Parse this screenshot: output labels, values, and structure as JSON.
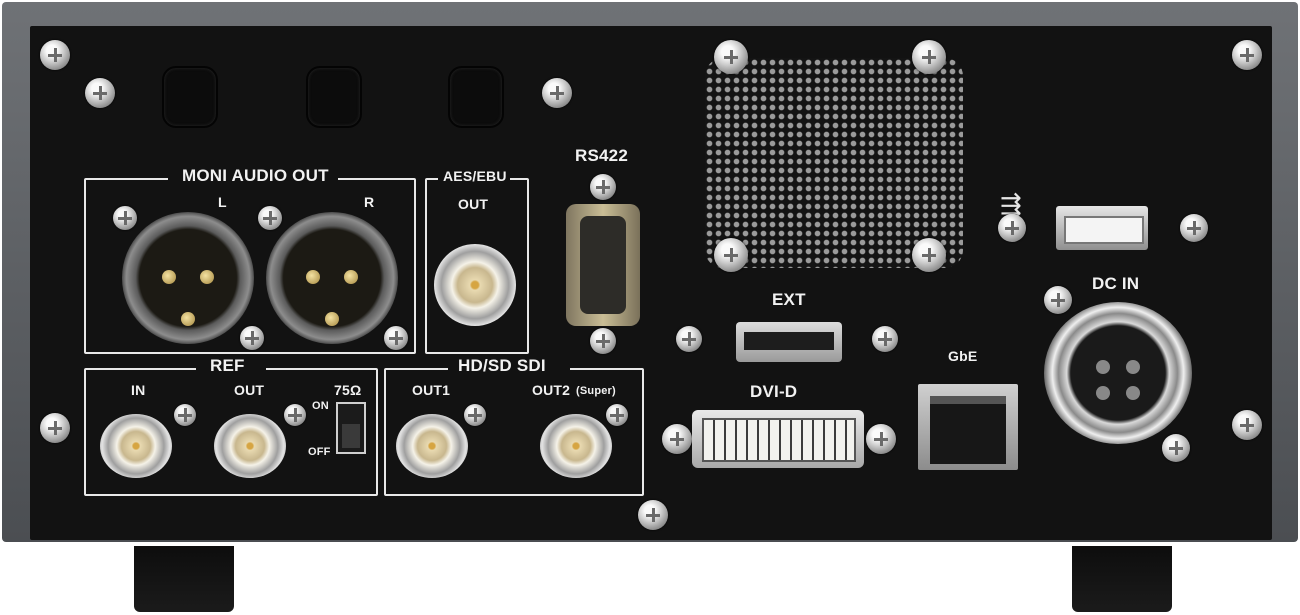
{
  "panel": {
    "moni_audio_out": {
      "title": "MONI AUDIO OUT",
      "left": "L",
      "right": "R"
    },
    "aes_ebu": {
      "title": "AES/EBU",
      "sub": "OUT"
    },
    "rs422": "RS422",
    "ref": {
      "title": "REF",
      "in": "IN",
      "out": "OUT",
      "ohm": "75Ω",
      "on": "ON",
      "off": "OFF"
    },
    "sdi": {
      "title": "HD/SD SDI",
      "out1": "OUT1",
      "out2": "OUT2",
      "out2_note": "(Super)"
    },
    "ext": "EXT",
    "dvi": "DVI-D",
    "gbe": "GbE",
    "dc_in": "DC IN"
  },
  "icons": {
    "usb": "usb-icon"
  },
  "colors": {
    "panel": "#121212",
    "chassis": "#5f6266",
    "label": "#f2f2f2"
  }
}
